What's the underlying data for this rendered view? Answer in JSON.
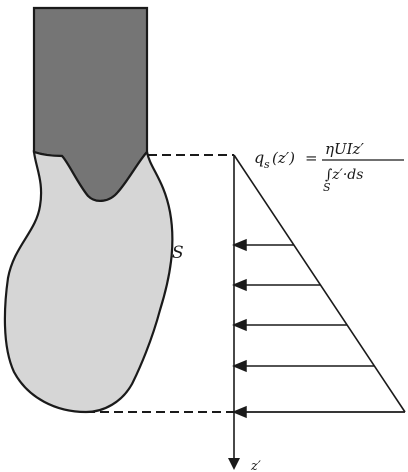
{
  "region_label": "S",
  "formula": {
    "lhs": "q",
    "lhs_subscript": "s",
    "lhs_arg": "(z′)",
    "equals": "=",
    "numerator": "ηUIz′",
    "denominator": "∫z′·ds",
    "integral_subscript": "S"
  },
  "axis_label": "z′",
  "colors": {
    "upper_part": "#757575",
    "lower_part": "#d6d6d6",
    "outline": "#1a1a1a"
  }
}
